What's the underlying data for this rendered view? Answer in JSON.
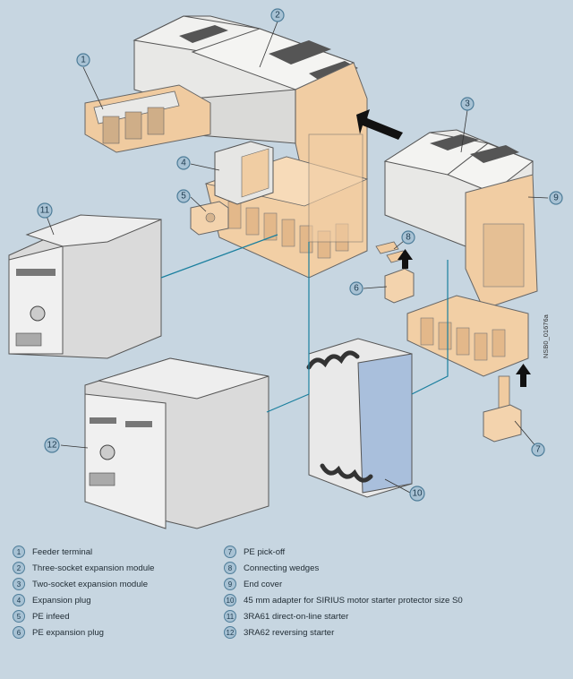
{
  "drawing_number": "NSB0_01676a",
  "callouts": [
    {
      "n": "1"
    },
    {
      "n": "2"
    },
    {
      "n": "3"
    },
    {
      "n": "4"
    },
    {
      "n": "5"
    },
    {
      "n": "6"
    },
    {
      "n": "7"
    },
    {
      "n": "8"
    },
    {
      "n": "9"
    },
    {
      "n": "10"
    },
    {
      "n": "11"
    },
    {
      "n": "12"
    }
  ],
  "legend": {
    "left": [
      {
        "n": "1",
        "label": "Feeder terminal"
      },
      {
        "n": "2",
        "label": "Three-socket expansion module"
      },
      {
        "n": "3",
        "label": "Two-socket expansion module"
      },
      {
        "n": "4",
        "label": "Expansion plug"
      },
      {
        "n": "5",
        "label": "PE infeed"
      },
      {
        "n": "6",
        "label": "PE expansion plug"
      }
    ],
    "right": [
      {
        "n": "7",
        "label": "PE pick-off"
      },
      {
        "n": "8",
        "label": "Connecting wedges"
      },
      {
        "n": "9",
        "label": "End cover"
      },
      {
        "n": "10",
        "label": "45 mm adapter for SIRIUS motor starter protector size S0"
      },
      {
        "n": "11",
        "label": "3RA61 direct-on-line starter"
      },
      {
        "n": "12",
        "label": "3RA62 reversing starter"
      }
    ]
  },
  "colors": {
    "background": "#c7d6e1",
    "module_light": "#ebebeb",
    "module_shade": "#cfcfcf",
    "terminal_tan": "#f2cfa5",
    "adapter_blue": "#a9bfdc",
    "starter_grey": "#d9d9d9",
    "leader": "#1a7f9e",
    "arrow": "#111111"
  }
}
